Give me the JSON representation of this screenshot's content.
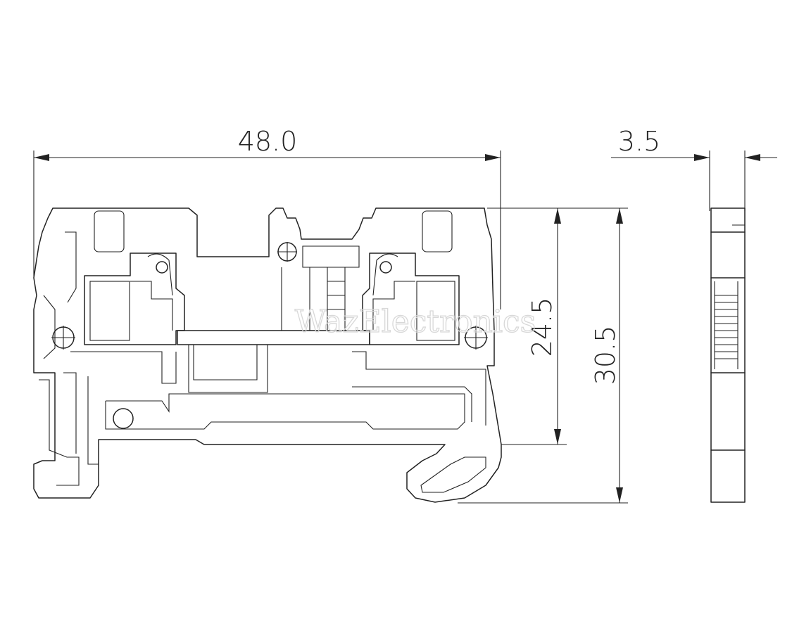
{
  "dimensions": {
    "width": "48.0",
    "thickness": "3.5",
    "inner_height": "24.5",
    "total_height": "30.5"
  },
  "watermark": "WazElectronics"
}
